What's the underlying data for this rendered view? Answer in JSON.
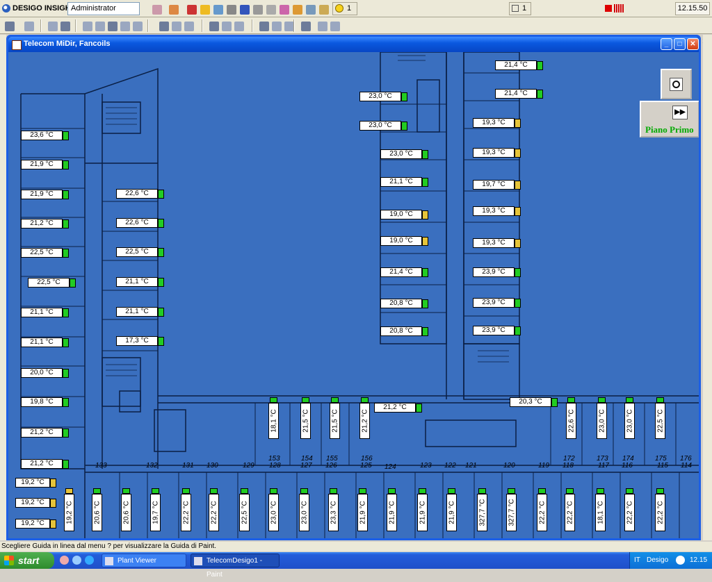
{
  "toolbar": {
    "app_name": "DESIGO INSIGHT",
    "user": "Administrator",
    "alarm_count": "1",
    "station_count": "1",
    "clock": "12.15.50"
  },
  "window": {
    "title": "Telecom MiDir, Fancoils",
    "minimize": "_",
    "maximize": "□",
    "close": "✕",
    "mdi_minimize": "_",
    "mdi_close": "✕"
  },
  "side_panel": {
    "zoom_icon": "zoom-icon",
    "next_floor_icon": "fast-forward-icon",
    "next_floor_label": "Piano Primo",
    "ff_glyph": "▶▶"
  },
  "colors": {
    "ok": "#22cc22",
    "warn": "#e6c43a",
    "plan_bg": "#3a6fbf",
    "plan_lines": "#0a1f44"
  },
  "horizontal_tags": [
    {
      "text": "23,6 °C",
      "status": "ok"
    },
    {
      "text": "21,9 °C",
      "status": "ok"
    },
    {
      "text": "21,9 °C",
      "status": "ok"
    },
    {
      "text": "21,2 °C",
      "status": "ok"
    },
    {
      "text": "22,5 °C",
      "status": "ok"
    },
    {
      "text": "22,5 °C",
      "status": "ok"
    },
    {
      "text": "21,1 °C",
      "status": "ok"
    },
    {
      "text": "21,1 °C",
      "status": "ok"
    },
    {
      "text": "20,0 °C",
      "status": "ok"
    },
    {
      "text": "19,8 °C",
      "status": "ok"
    },
    {
      "text": "21,2 °C",
      "status": "ok"
    },
    {
      "text": "21,2 °C",
      "status": "ok"
    },
    {
      "text": "22,6 °C",
      "status": "ok"
    },
    {
      "text": "22,6 °C",
      "status": "ok"
    },
    {
      "text": "22,5 °C",
      "status": "ok"
    },
    {
      "text": "21,1 °C",
      "status": "ok"
    },
    {
      "text": "21,1 °C",
      "status": "ok"
    },
    {
      "text": "17,3 °C",
      "status": "ok"
    },
    {
      "text": "23,0 °C",
      "status": "ok"
    },
    {
      "text": "23,0 °C",
      "status": "ok"
    },
    {
      "text": "23,0 °C",
      "status": "ok"
    },
    {
      "text": "21,1 °C",
      "status": "ok"
    },
    {
      "text": "19,0 °C",
      "status": "warn"
    },
    {
      "text": "19,0 °C",
      "status": "warn"
    },
    {
      "text": "21,4 °C",
      "status": "ok"
    },
    {
      "text": "20,8 °C",
      "status": "ok"
    },
    {
      "text": "20,8 °C",
      "status": "ok"
    },
    {
      "text": "21,4 °C",
      "status": "ok"
    },
    {
      "text": "21,4 °C",
      "status": "ok"
    },
    {
      "text": "19,3 °C",
      "status": "warn"
    },
    {
      "text": "19,3 °C",
      "status": "warn"
    },
    {
      "text": "19,7 °C",
      "status": "warn"
    },
    {
      "text": "19,3 °C",
      "status": "warn"
    },
    {
      "text": "19,3 °C",
      "status": "warn"
    },
    {
      "text": "23,9 °C",
      "status": "ok"
    },
    {
      "text": "23,9 °C",
      "status": "ok"
    },
    {
      "text": "23,9 °C",
      "status": "ok"
    },
    {
      "text": "21,2 °C",
      "status": "ok"
    },
    {
      "text": "20,3 °C",
      "status": "ok"
    },
    {
      "text": "19,2 °C",
      "status": "warn"
    },
    {
      "text": "19,2 °C",
      "status": "warn"
    },
    {
      "text": "19,2 °C",
      "status": "warn"
    }
  ],
  "vertical_tags_mid": [
    {
      "text": "18,1 °C",
      "status": "ok"
    },
    {
      "text": "21,5 °C",
      "status": "ok"
    },
    {
      "text": "21,5 °C",
      "status": "ok"
    },
    {
      "text": "21,2 °C",
      "status": "ok"
    },
    {
      "text": "22,6 °C",
      "status": "ok"
    },
    {
      "text": "23,0 °C",
      "status": "ok"
    },
    {
      "text": "23,0 °C",
      "status": "ok"
    },
    {
      "text": "22,5 °C",
      "status": "ok"
    }
  ],
  "vertical_tags_bottom": [
    {
      "text": "19,2 °C",
      "status": "warn"
    },
    {
      "text": "20,6 °C",
      "status": "ok"
    },
    {
      "text": "20,6 °C",
      "status": "ok"
    },
    {
      "text": "19,7 °C",
      "status": "ok"
    },
    {
      "text": "22,2 °C",
      "status": "ok"
    },
    {
      "text": "22,2 °C",
      "status": "ok"
    },
    {
      "text": "22,5 °C",
      "status": "ok"
    },
    {
      "text": "23,0 °C",
      "status": "ok"
    },
    {
      "text": "23,0 °C",
      "status": "ok"
    },
    {
      "text": "23,3 °C",
      "status": "ok"
    },
    {
      "text": "21,9 °C",
      "status": "ok"
    },
    {
      "text": "21,9 °C",
      "status": "ok"
    },
    {
      "text": "21,9 °C",
      "status": "ok"
    },
    {
      "text": "21,9 °C",
      "status": "ok"
    },
    {
      "text": "327,7 °C",
      "status": "ok"
    },
    {
      "text": "327,7 °C",
      "status": "ok"
    },
    {
      "text": "22,2 °C",
      "status": "ok"
    },
    {
      "text": "22,2 °C",
      "status": "ok"
    },
    {
      "text": "18,1 °C",
      "status": "ok"
    },
    {
      "text": "22,2 °C",
      "status": "ok"
    },
    {
      "text": "22,2 °C",
      "status": "ok"
    }
  ],
  "room_numbers": [
    "133",
    "132",
    "131",
    "130",
    "129",
    "128",
    "127",
    "126",
    "125",
    "124",
    "123",
    "122",
    "121",
    "120",
    "119",
    "118",
    "117",
    "116",
    "115",
    "114",
    "153",
    "154",
    "155",
    "156",
    "172",
    "173",
    "174",
    "175",
    "176"
  ],
  "status_bar": "Scegliere Guida in linea dal menu ? per visualizzare la Guida di Paint.",
  "taskbar": {
    "start": "start",
    "tasks": [
      "Plant Viewer",
      "TelecomDesigo1 - Paint"
    ],
    "lang": "IT",
    "tray_app": "Desigo",
    "time": "12.15"
  }
}
